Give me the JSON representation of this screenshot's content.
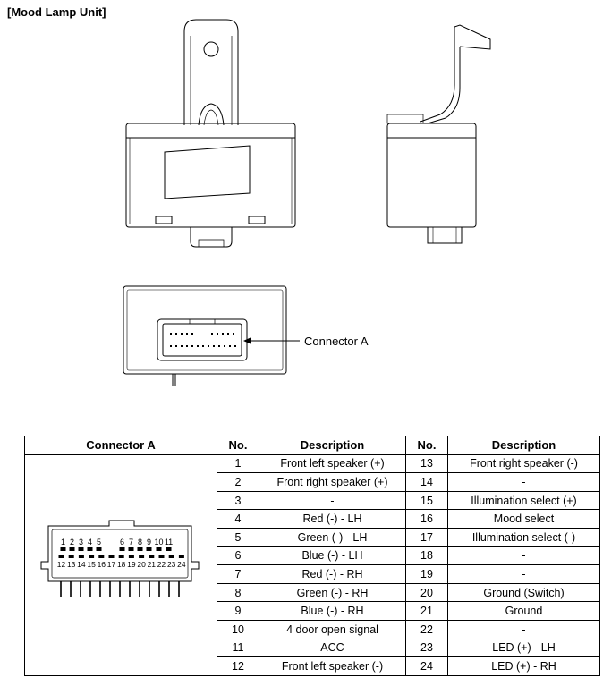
{
  "title": "[Mood Lamp Unit]",
  "callout_label": "Connector A",
  "table": {
    "headers": [
      "Connector A",
      "No.",
      "Description",
      "No.",
      "Description"
    ],
    "rows": [
      {
        "no_left": "1",
        "desc_left": "Front left speaker (+)",
        "no_right": "13",
        "desc_right": "Front right speaker (-)"
      },
      {
        "no_left": "2",
        "desc_left": "Front right speaker (+)",
        "no_right": "14",
        "desc_right": "-"
      },
      {
        "no_left": "3",
        "desc_left": "-",
        "no_right": "15",
        "desc_right": "Illumination select (+)"
      },
      {
        "no_left": "4",
        "desc_left": "Red (-) - LH",
        "no_right": "16",
        "desc_right": "Mood select"
      },
      {
        "no_left": "5",
        "desc_left": "Green (-) - LH",
        "no_right": "17",
        "desc_right": "Illumination select (-)"
      },
      {
        "no_left": "6",
        "desc_left": "Blue (-) - LH",
        "no_right": "18",
        "desc_right": "-"
      },
      {
        "no_left": "7",
        "desc_left": "Red (-) - RH",
        "no_right": "19",
        "desc_right": "-"
      },
      {
        "no_left": "8",
        "desc_left": "Green (-) - RH",
        "no_right": "20",
        "desc_right": "Ground (Switch)"
      },
      {
        "no_left": "9",
        "desc_left": "Blue (-) - RH",
        "no_right": "21",
        "desc_right": "Ground"
      },
      {
        "no_left": "10",
        "desc_left": "4 door open signal",
        "no_right": "22",
        "desc_right": "-"
      },
      {
        "no_left": "11",
        "desc_left": "ACC",
        "no_right": "23",
        "desc_right": "LED (+) - LH"
      },
      {
        "no_left": "12",
        "desc_left": "Front left speaker (-)",
        "no_right": "24",
        "desc_right": "LED (+) - RH"
      }
    ]
  },
  "connector_pins": {
    "top_row": [
      "1",
      "2",
      "3",
      "4",
      "5",
      "",
      "6",
      "7",
      "8",
      "9",
      "10",
      "11"
    ],
    "bottom_row": [
      "12",
      "13",
      "14",
      "15",
      "16",
      "17",
      "18",
      "19",
      "20",
      "21",
      "22",
      "23",
      "24"
    ]
  }
}
